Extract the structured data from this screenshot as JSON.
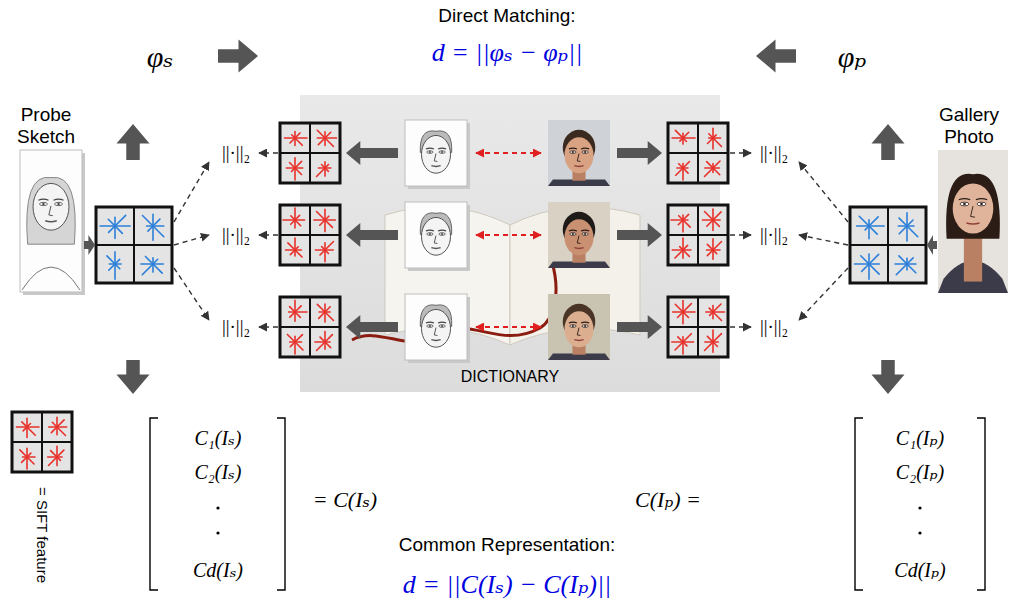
{
  "diagram": {
    "nodes": [
      {
        "text": [
          "Probe Sketch"
        ]
      },
      {
        "text": [
          "Gallery Photo"
        ]
      },
      {
        "text": [
          "DICTIONARY"
        ]
      }
    ],
    "labels": [
      "Direct Matching:",
      "d = ||φₛ − φₚ||",
      "φₛ",
      "φₚ",
      "||·||₂",
      "||·||₂",
      "||·||₂",
      "||·||₂",
      "||·||₂",
      "||·||₂",
      "C₁(Iₛ)",
      "C₂(Iₛ)",
      "Cd(Iₛ)",
      "= C(Iₛ)",
      "C(Iₚ) =",
      "C₁(Iₚ)",
      "C₂(Iₚ)",
      "Cd(Iₚ)",
      "Common Representation:",
      "d = ||C(Iₛ) − C(Iₚ)||"
    ],
    "legend": [
      {
        "text": "= SIFT feature"
      }
    ]
  }
}
